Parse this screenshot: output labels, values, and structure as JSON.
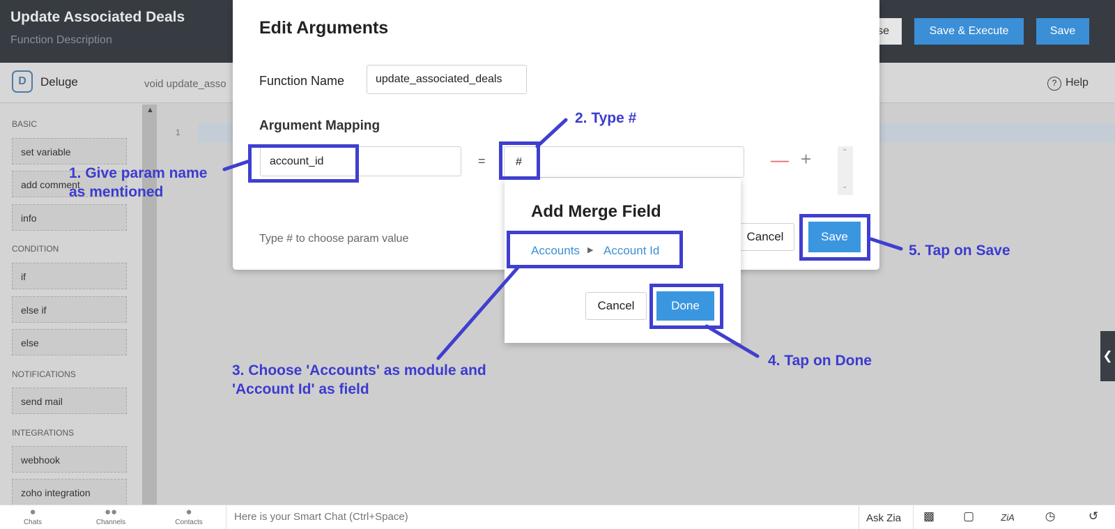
{
  "header": {
    "title": "Update Associated Deals",
    "description": "Function Description",
    "close_label": "se",
    "save_execute_label": "Save & Execute",
    "save_label": "Save"
  },
  "toolbar": {
    "logo_glyph": "D",
    "language": "Deluge",
    "signature": "void  update_asso",
    "help": "Help",
    "help_glyph": "?"
  },
  "sidebar": {
    "sections": [
      "BASIC",
      "CONDITION",
      "NOTIFICATIONS",
      "INTEGRATIONS"
    ],
    "basic": [
      "set variable",
      "add comment",
      "info"
    ],
    "condition": [
      "if",
      "else if",
      "else"
    ],
    "notifications": [
      "send mail"
    ],
    "integrations": [
      "webhook",
      "zoho integration"
    ]
  },
  "editor": {
    "line_number": "1"
  },
  "modal": {
    "title": "Edit Arguments",
    "function_name_label": "Function Name",
    "function_name_value": "update_associated_deals",
    "argument_mapping_label": "Argument Mapping",
    "param_name": "account_id",
    "equals": "=",
    "param_value": "#",
    "minus": "—",
    "plus": "+",
    "hint": "Type # to choose param value",
    "cancel_label": "Cancel",
    "save_label": "Save"
  },
  "merge_popup": {
    "title": "Add Merge Field",
    "module": "Accounts",
    "field": "Account Id",
    "cancel_label": "Cancel",
    "done_label": "Done"
  },
  "annotations": {
    "step1": [
      "1. Give param name",
      "as mentioned"
    ],
    "step2": "2. Type #",
    "step3": [
      "3. Choose 'Accounts' as module and",
      "'Account Id' as field"
    ],
    "step4": "4. Tap on Done",
    "step5": "5. Tap on Save",
    "color": "#3f3fcf"
  },
  "bottom_bar": {
    "chats": "Chats",
    "channels": "Channels",
    "contacts": "Contacts",
    "chat_placeholder": "Here is your Smart Chat (Ctrl+Space)",
    "ask_zia": "Ask Zia",
    "zia_glyph": "ZiA"
  },
  "colors": {
    "header_bg": "#373c43",
    "primary_button": "#3b8fd6",
    "link": "#3b8fd6",
    "remove": "#e36a6a"
  }
}
